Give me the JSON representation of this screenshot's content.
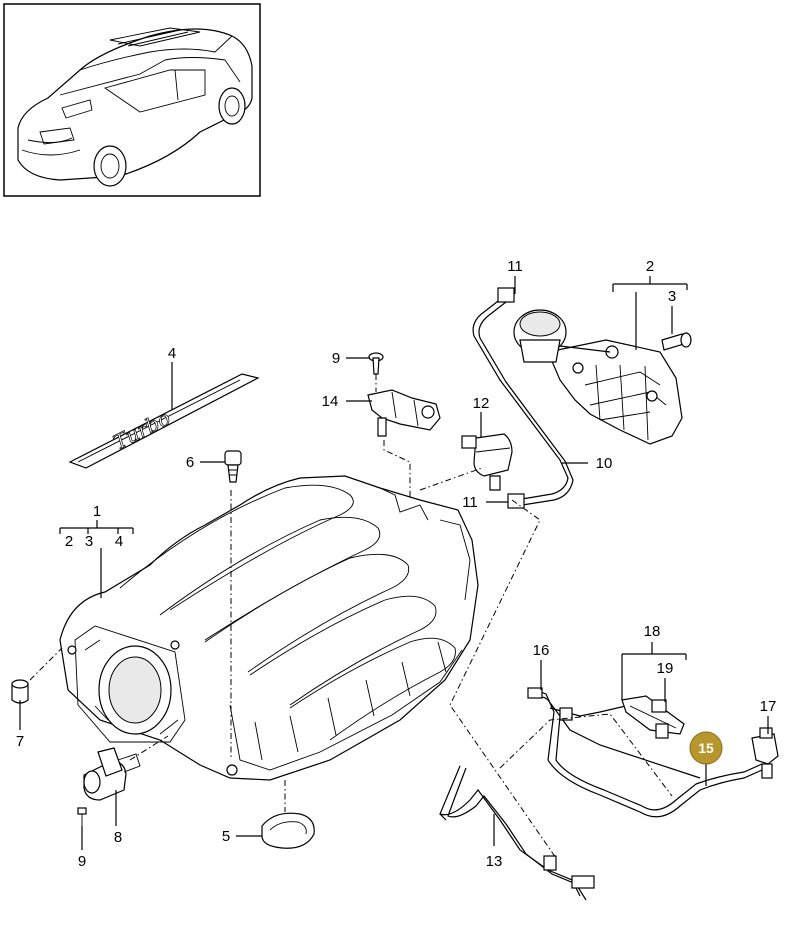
{
  "labels": {
    "p1": "1",
    "p1_sub2": "2",
    "p1_sub3": "3",
    "p1_sub4": "4",
    "p2": "2",
    "p3": "3",
    "p4": "4",
    "p5": "5",
    "p6": "6",
    "p7": "7",
    "p8": "8",
    "p9_top": "9",
    "p9_bottom": "9",
    "p10": "10",
    "p11_top": "11",
    "p11_bottom": "11",
    "p12": "12",
    "p13": "13",
    "p14": "14",
    "p15": "15",
    "p16": "16",
    "p17": "17",
    "p18": "18",
    "p19": "19"
  },
  "emblem_text": "Turbo",
  "highlight": {
    "part": "15",
    "color": "#b8962e"
  }
}
